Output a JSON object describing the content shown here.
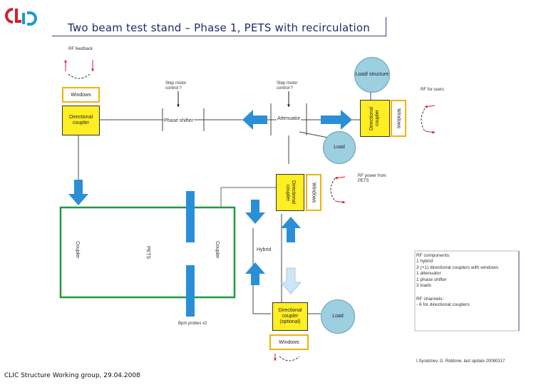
{
  "logo": {
    "text": "CLIC"
  },
  "title": "Two beam test stand – Phase 1, PETS with recirculation",
  "labels": {
    "rf_feedback": "RF feedback",
    "step_motor_left": "Step motor control ?",
    "step_motor_right": "Step motor control ?",
    "rf_for_users": "RF for users",
    "rf_power_from_pets": "RF power from PETS",
    "phase_shifter": "Phase shifter",
    "attenuator": "Attenuator",
    "hybrid": "Hybrid",
    "pets": "PETS",
    "coupler_left": "Coupler",
    "coupler_right": "Coupler",
    "bpm": "Bpm probes x2"
  },
  "boxes": {
    "windows_top_left": "Windows",
    "dir_coupler_left": "Directional coupler",
    "dir_coupler_right": "Directional coupler",
    "windows_right": "Windows",
    "dir_coupler_mid": "Directional coupler",
    "windows_mid": "Windows",
    "dir_coupler_optional": "Directional coupler (optional)",
    "windows_bottom": "Windows"
  },
  "circles": {
    "load_structure": "Load/ structure",
    "load_mid": "Load",
    "load_bottom": "Load"
  },
  "components": {
    "heading": "RF components:",
    "items": [
      "1 hybrid",
      "3 (+1) directional couplers with windows",
      "1 attenuator",
      "1 phase shifter",
      "3 loads"
    ],
    "channels_heading": "RF channels:",
    "channels": [
      "- 6 for directional couplers"
    ]
  },
  "credits": "I.Syratchev, G. Riddone, last update 20080317",
  "footer": "CLIC Structure Working group, 29.04.2008",
  "colors": {
    "yellow": "#ffee22",
    "window_border": "#f0b400",
    "blue_arrow": "#2a8fd6",
    "green_frame": "#1e9a3c",
    "load": "#9ccfe0"
  }
}
